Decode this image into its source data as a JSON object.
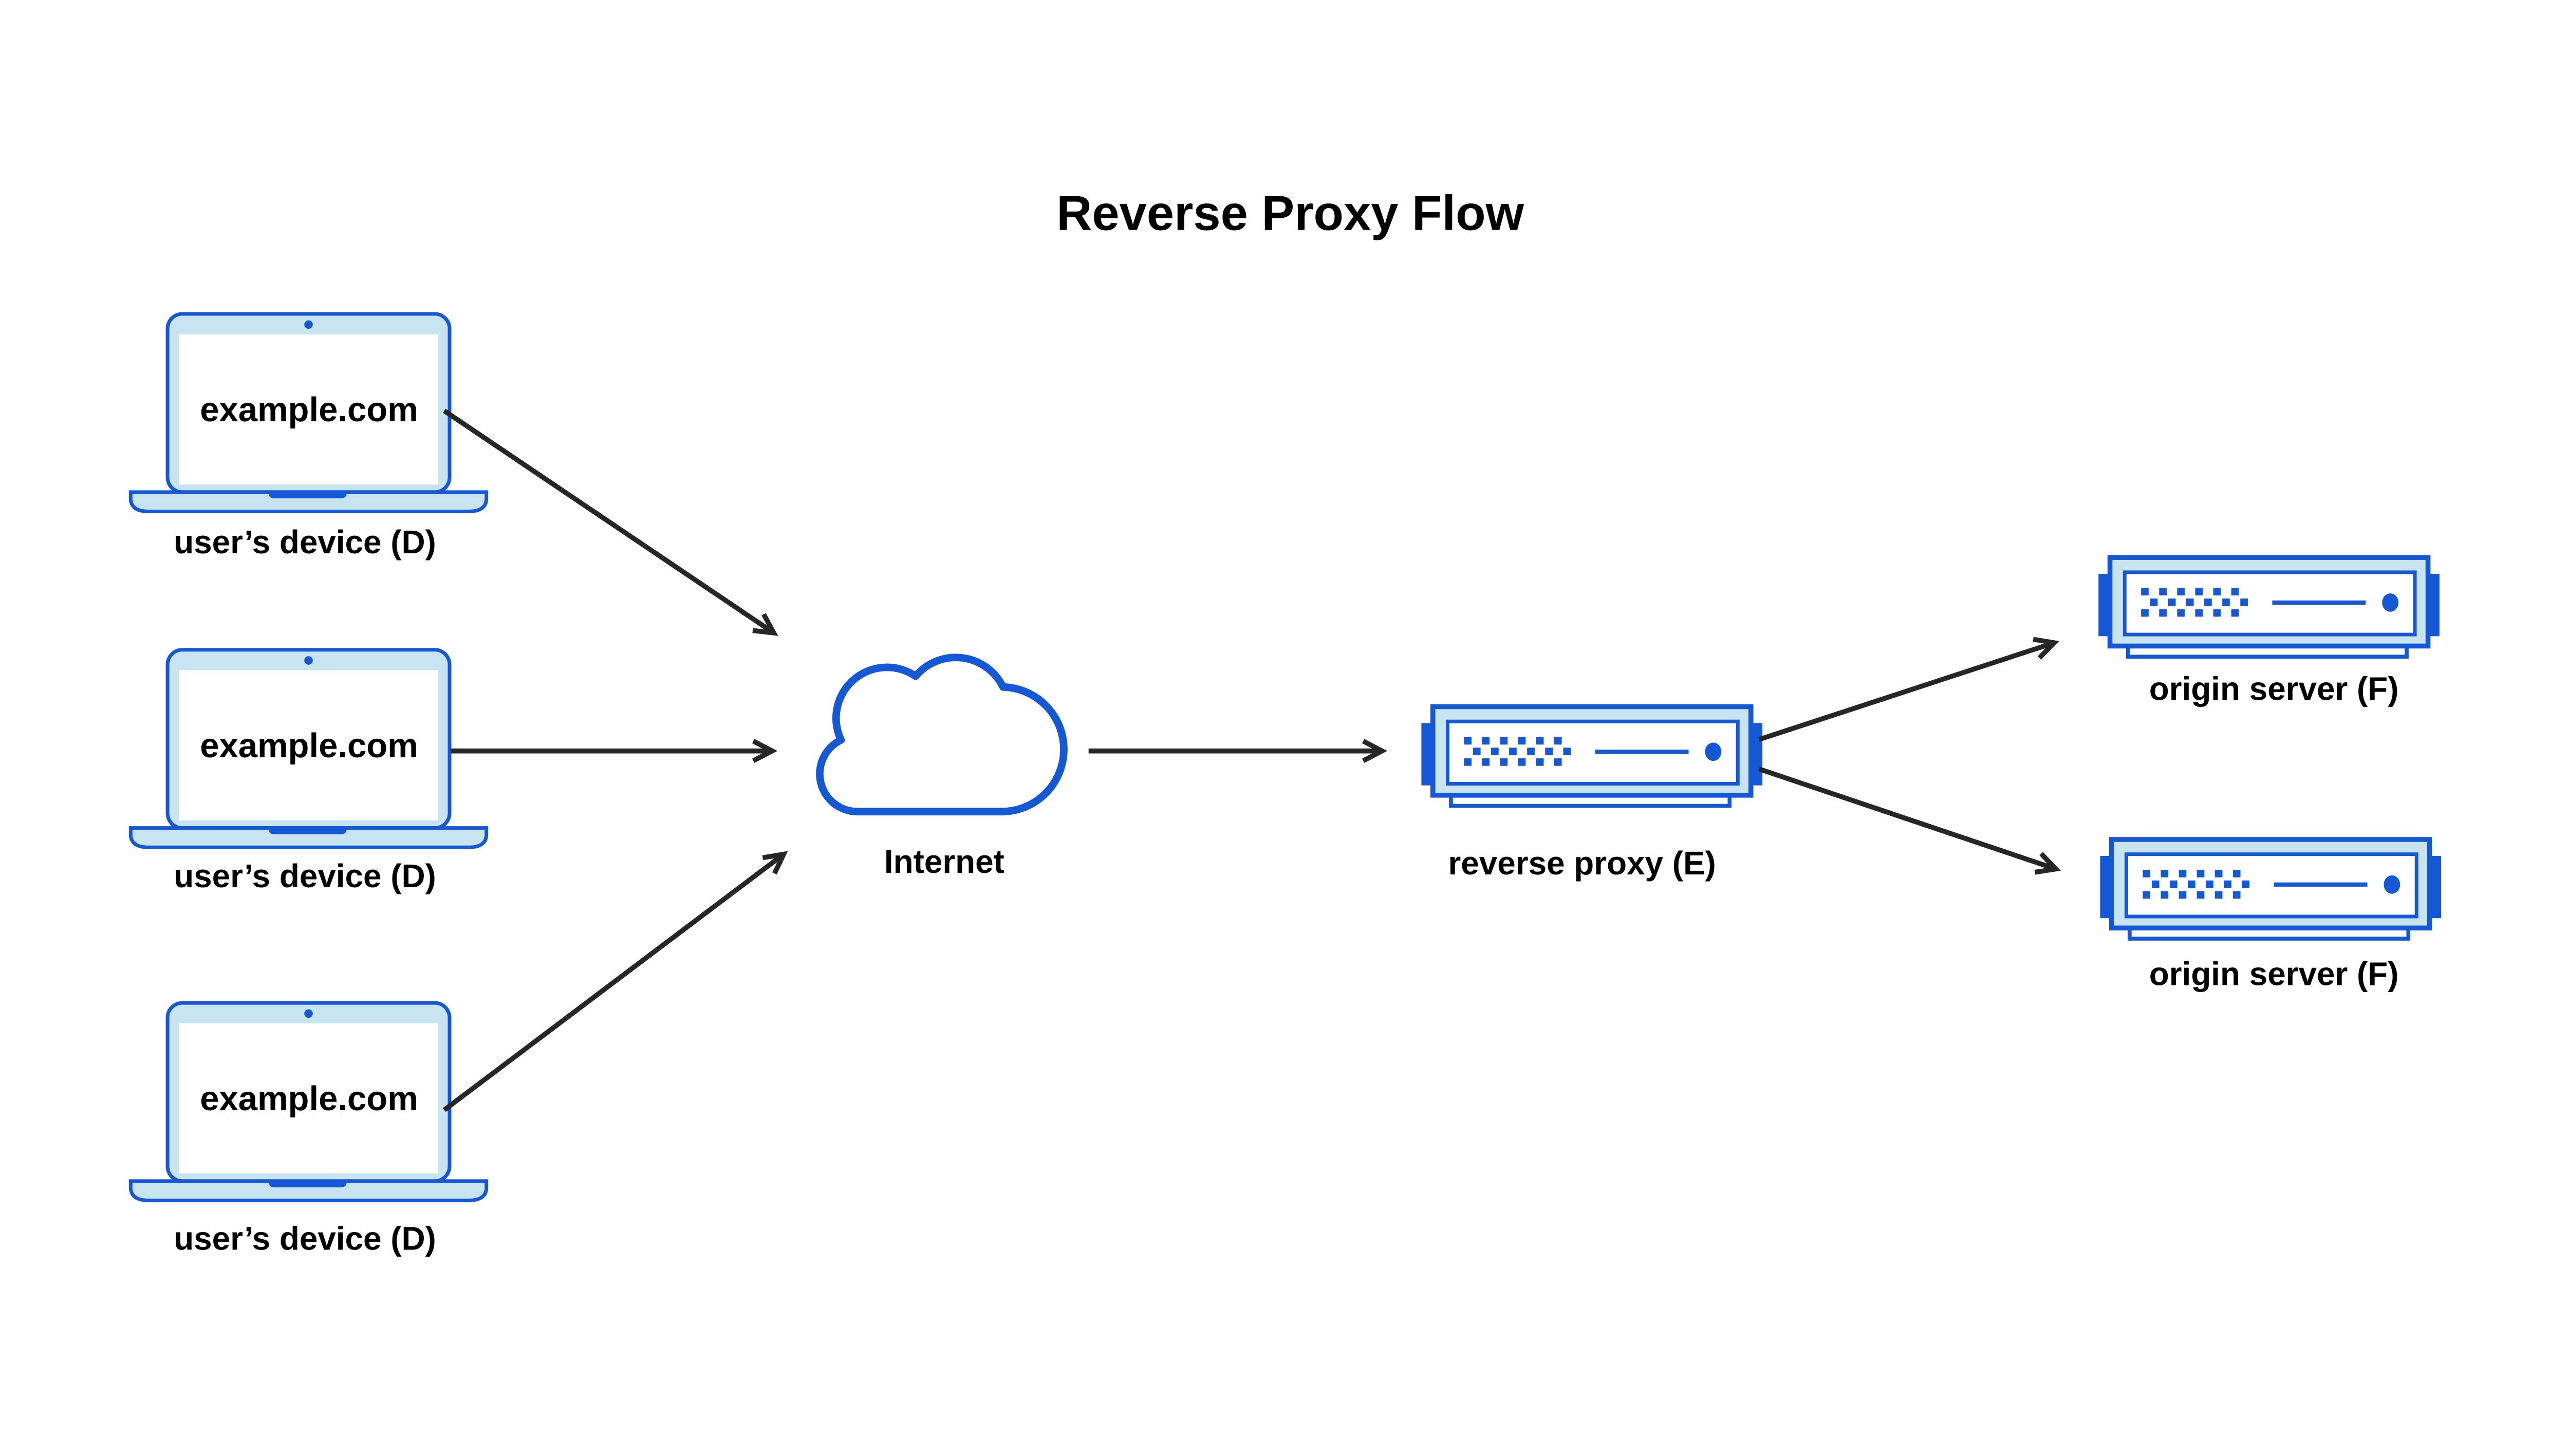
{
  "title": "Reverse Proxy Flow",
  "colors": {
    "accent_blue": "#1558d6",
    "light_blue": "#c9e4f1",
    "arrow_black": "#262626",
    "background": "#ffffff"
  },
  "devices": [
    {
      "screen_text": "example.com",
      "label": "user’s device (D)"
    },
    {
      "screen_text": "example.com",
      "label": "user’s device (D)"
    },
    {
      "screen_text": "example.com",
      "label": "user’s device (D)"
    }
  ],
  "internet": {
    "label": "Internet"
  },
  "reverse_proxy": {
    "label": "reverse proxy (E)"
  },
  "origin_servers": [
    {
      "label": "origin server (F)"
    },
    {
      "label": "origin server (F)"
    }
  ],
  "connections": [
    {
      "from": "user’s device (D) #1",
      "to": "Internet"
    },
    {
      "from": "user’s device (D) #2",
      "to": "Internet"
    },
    {
      "from": "user’s device (D) #3",
      "to": "Internet"
    },
    {
      "from": "Internet",
      "to": "reverse proxy (E)"
    },
    {
      "from": "reverse proxy (E)",
      "to": "origin server (F) #1"
    },
    {
      "from": "reverse proxy (E)",
      "to": "origin server (F) #2"
    }
  ]
}
